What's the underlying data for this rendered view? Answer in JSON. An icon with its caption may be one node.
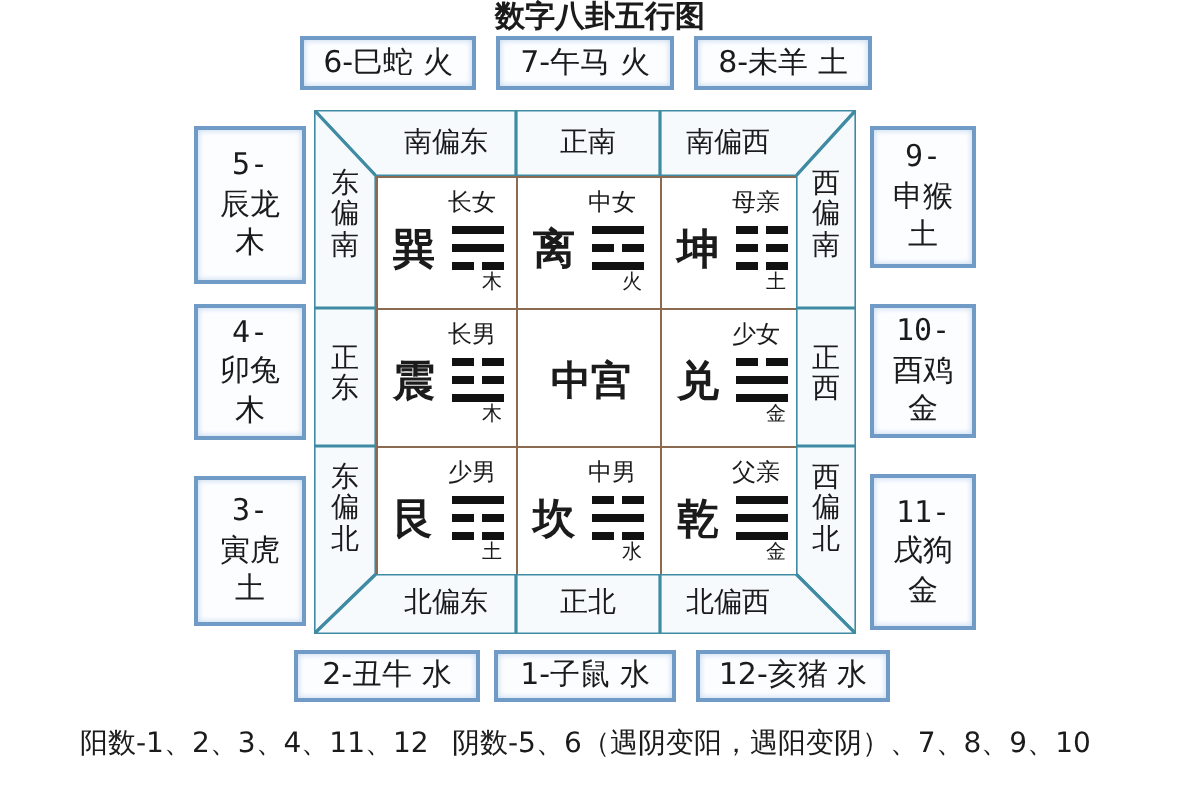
{
  "diagram": {
    "title": "数字八卦五行图",
    "nodes": [
      {
        "text": [
          "6-巳蛇 火"
        ]
      },
      {
        "text": [
          "7-午马 火"
        ]
      },
      {
        "text": [
          "8-未羊 土"
        ]
      },
      {
        "text": [
          "南偏东"
        ]
      },
      {
        "text": [
          "正南"
        ]
      },
      {
        "text": [
          "南偏西"
        ]
      },
      {
        "text": [
          "5-辰龙木"
        ]
      },
      {
        "text": [
          "东偏南"
        ]
      },
      {
        "text": [
          "长女",
          "巽",
          "木"
        ]
      },
      {
        "text": [
          "中女",
          "离",
          "火"
        ]
      },
      {
        "text": [
          "母亲",
          "坤",
          "土"
        ]
      },
      {
        "text": [
          "西偏南"
        ]
      },
      {
        "text": [
          "9-申猴土"
        ]
      },
      {
        "text": [
          "4-卯兔木"
        ]
      },
      {
        "text": [
          "正东"
        ]
      },
      {
        "text": [
          "长男",
          "震",
          "木"
        ]
      },
      {
        "text": [
          "中宫"
        ]
      },
      {
        "text": [
          "少女",
          "兑",
          "金"
        ]
      },
      {
        "text": [
          "正西"
        ]
      },
      {
        "text": [
          "10-酉鸡金"
        ]
      },
      {
        "text": [
          "3-寅虎土"
        ]
      },
      {
        "text": [
          "东偏北"
        ]
      },
      {
        "text": [
          "少男",
          "艮",
          "土"
        ]
      },
      {
        "text": [
          "中男",
          "坎",
          "水"
        ]
      },
      {
        "text": [
          "父亲",
          "乾",
          "金"
        ]
      },
      {
        "text": [
          "西偏北"
        ]
      },
      {
        "text": [
          "11-戌狗金"
        ]
      },
      {
        "text": [
          "北偏东"
        ]
      },
      {
        "text": [
          "正北"
        ]
      },
      {
        "text": [
          "北偏西"
        ]
      },
      {
        "text": [
          "2-丑牛 水"
        ]
      },
      {
        "text": [
          "1-子鼠 水"
        ]
      },
      {
        "text": [
          "12-亥猪 水"
        ]
      }
    ],
    "labels": [
      "阳数-1、2、3、4、11、12",
      "阴数-5、6（遇阴变阳，遇阳变阴）、7、8、9、10"
    ]
  }
}
